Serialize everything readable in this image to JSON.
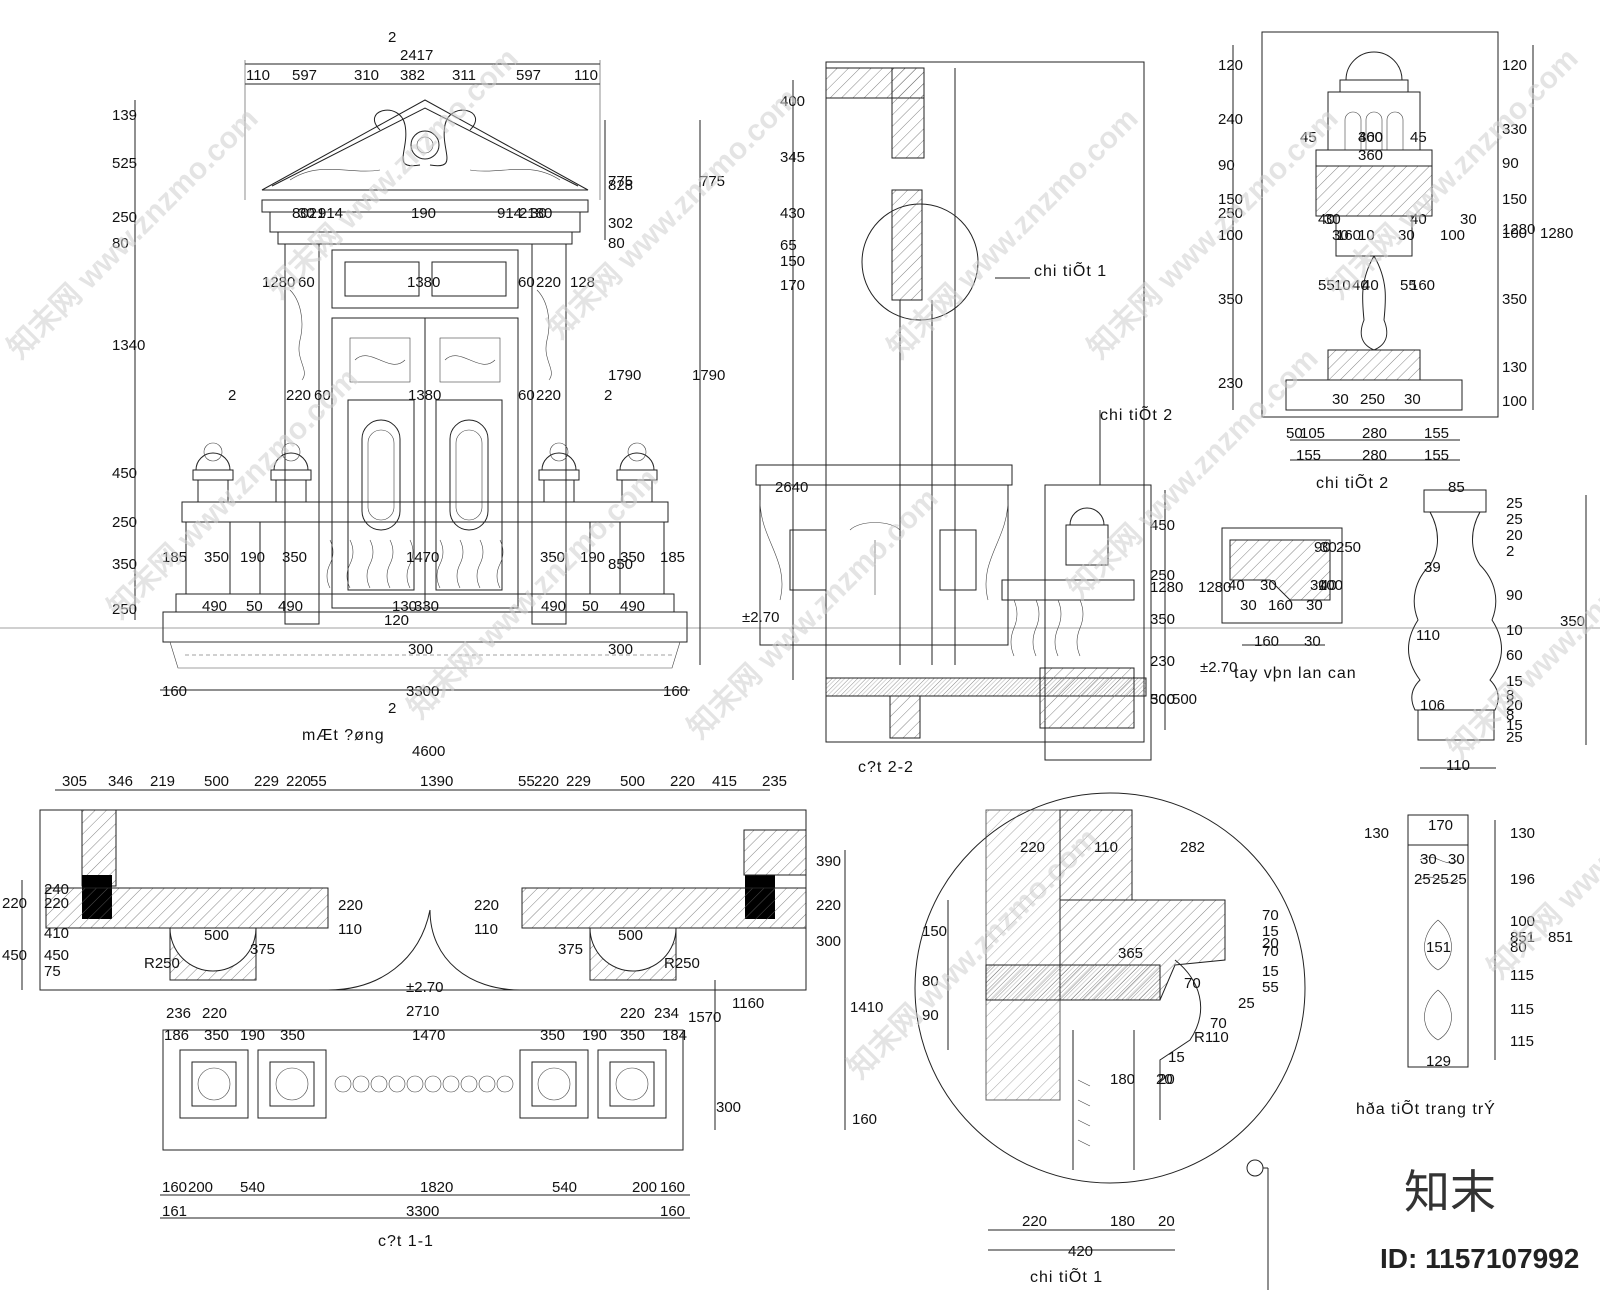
{
  "watermark": {
    "site": "www.znzmo.com",
    "cn": "知末网"
  },
  "brand": {
    "logo": "知末",
    "id_text": "ID: 1157107992"
  },
  "captions": {
    "elevation": "mÆt ?øng",
    "section_22": "c?t 2-2",
    "section_11": "c?t 1-1",
    "detail1": "chi tiÕt 1",
    "detail2": "chi tiÕt 2",
    "ornament": "hða tiÕt trang trÝ",
    "detail1_callout": "chi tiÕt 1",
    "detail2_callout": "chi tiÕt 2",
    "handrail": "tay vþn lan can"
  },
  "elevation": {
    "section_mark": "2",
    "top_total": "2417",
    "top_parts": [
      "110",
      "597",
      "310",
      "382",
      "311",
      "597",
      "110"
    ],
    "left_dims": [
      "139",
      "525",
      "250",
      "80",
      "1340",
      "450",
      "250",
      "350",
      "250"
    ],
    "right_dims": [
      "828",
      "302",
      "775",
      "80",
      "1790",
      "850",
      "300"
    ],
    "pediment": [
      "914",
      "914",
      "8021",
      "2180",
      "30",
      "30",
      "190"
    ],
    "door_row1": [
      "1280",
      "60",
      "1380",
      "60",
      "220",
      "128"
    ],
    "door_row2": [
      "2",
      "220",
      "60",
      "1380",
      "60",
      "220",
      "2"
    ],
    "balustrade": [
      "185",
      "350",
      "190",
      "350",
      "1470",
      "350",
      "190",
      "350",
      "185"
    ],
    "base": [
      "490",
      "50",
      "490",
      "130",
      "330",
      "490",
      "50",
      "490"
    ],
    "base2": [
      "120",
      "300"
    ],
    "bottom": [
      "160",
      "3300",
      "160"
    ],
    "level": "±2.70"
  },
  "section22": {
    "left_dims": [
      "400",
      "345",
      "430",
      "65",
      "150",
      "170"
    ],
    "level_mark": "2640",
    "right_dims": [
      "450",
      "250",
      "1280",
      "350",
      "230",
      "300",
      "500"
    ],
    "level": "±2.70"
  },
  "detail2": {
    "left": [
      "120",
      "240",
      "90",
      "150",
      "250",
      "100",
      "350",
      "230"
    ],
    "right": [
      "120",
      "330",
      "90",
      "150",
      "1280",
      "100",
      "350",
      "130",
      "100"
    ],
    "inner": [
      "45",
      "400",
      "45",
      "360",
      "40",
      "30",
      "40",
      "30",
      "30",
      "30",
      "100",
      "10",
      "160",
      "10",
      "55",
      "55",
      "40",
      "160",
      "40"
    ],
    "bottom1": [
      "50",
      "105",
      "280",
      "155"
    ],
    "bottom2": [
      "155",
      "280",
      "155"
    ],
    "base_inner": [
      "30",
      "250",
      "30"
    ]
  },
  "handrail_section": {
    "dims": [
      "90",
      "30",
      "250",
      "40",
      "30",
      "40",
      "30",
      "100",
      "30",
      "160",
      "30"
    ]
  },
  "baluster": {
    "top": "85",
    "right": [
      "25",
      "25",
      "20",
      "2",
      "90",
      "10",
      "60",
      "15",
      "8",
      "20",
      "8",
      "15",
      "25"
    ],
    "inner": [
      "39",
      "110",
      "106"
    ],
    "total": "350",
    "bottom": "110"
  },
  "plan": {
    "top_total": "4600",
    "top_parts": [
      "305",
      "346",
      "219",
      "500",
      "229",
      "220",
      "55",
      "1390",
      "55",
      "220",
      "229",
      "500",
      "220",
      "415",
      "235"
    ],
    "left": [
      "240",
      "220",
      "410",
      "450",
      "75"
    ],
    "right": [
      "390",
      "220",
      "300",
      "1160",
      "1570",
      "1410",
      "300",
      "160"
    ],
    "mid": [
      "220",
      "110",
      "220",
      "110",
      "500",
      "375",
      "R250",
      "375",
      "500",
      "R250"
    ],
    "level": "±2.70",
    "span": "2710",
    "row1": [
      "236",
      "220",
      "220",
      "234"
    ],
    "row2": [
      "186",
      "350",
      "190",
      "350",
      "1470",
      "350",
      "190",
      "350",
      "184"
    ],
    "bottom1": [
      "160",
      "200",
      "540",
      "1820",
      "540",
      "200",
      "160"
    ],
    "bottom2": [
      "161",
      "3300",
      "160"
    ]
  },
  "detail1": {
    "top": [
      "220",
      "110",
      "282"
    ],
    "left": [
      "150",
      "80",
      "90"
    ],
    "center": [
      "365",
      "70",
      "180",
      "20"
    ],
    "right": [
      "70",
      "15",
      "70",
      "20",
      "15",
      "55",
      "25",
      "R110",
      "70",
      "15",
      "20"
    ],
    "bottom1": [
      "220",
      "180",
      "20"
    ],
    "bottom2": "420"
  },
  "ornament": {
    "top": "170",
    "left": "130",
    "right": [
      "130",
      "196",
      "100",
      "851",
      "80",
      "115",
      "115",
      "115"
    ],
    "inner": [
      "30",
      "30",
      "25",
      "25",
      "25",
      "151",
      "129"
    ]
  }
}
